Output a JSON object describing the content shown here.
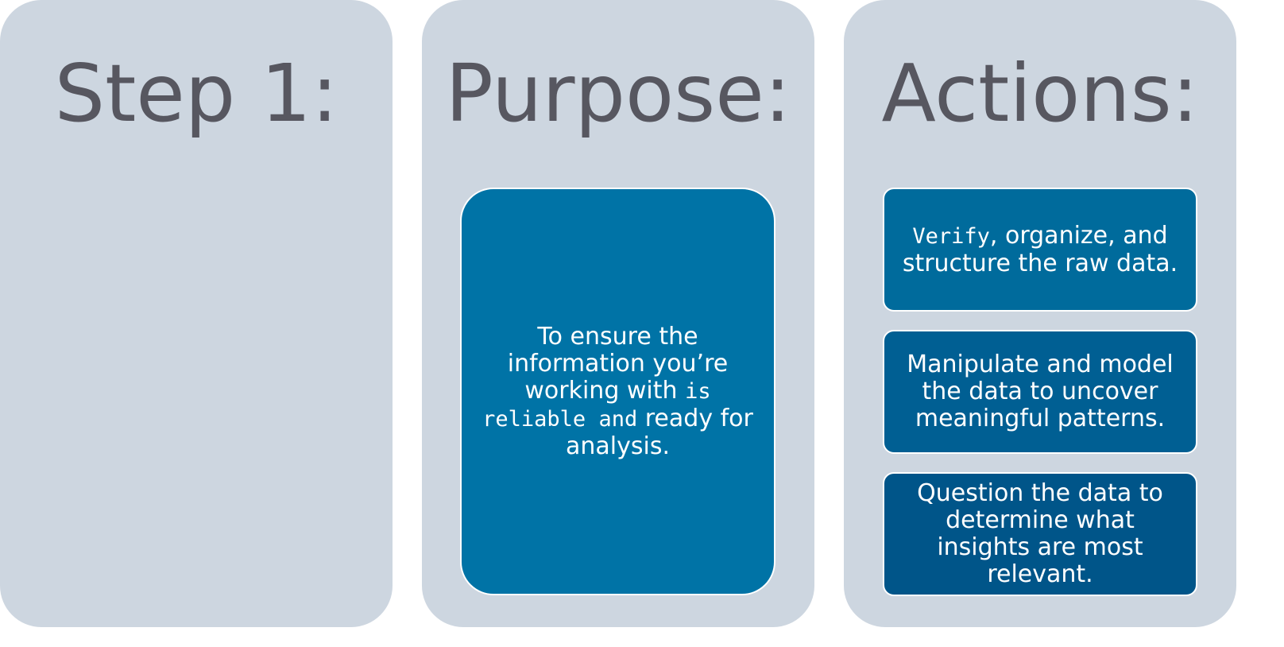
{
  "panels": [
    {
      "title": "Step 1:"
    },
    {
      "title": "Purpose:",
      "box": {
        "segments": [
          "To ensure the information you’re working with ",
          "is reliable and",
          " ready for analysis."
        ]
      }
    },
    {
      "title": "Actions:",
      "boxes": [
        {
          "segments": [
            "Verify",
            ", organize, and structure the raw data."
          ]
        },
        {
          "text": "Manipulate and model the data to uncover meaningful patterns."
        },
        {
          "text": "Question the data to determine what insights are most relevant."
        }
      ]
    }
  ],
  "colors": {
    "panel": "#cdd6e0",
    "heading": "#575760",
    "purpose_box": "#0073a6",
    "action_1": "#006b9c",
    "action_2": "#005f93",
    "action_3": "#005589"
  }
}
